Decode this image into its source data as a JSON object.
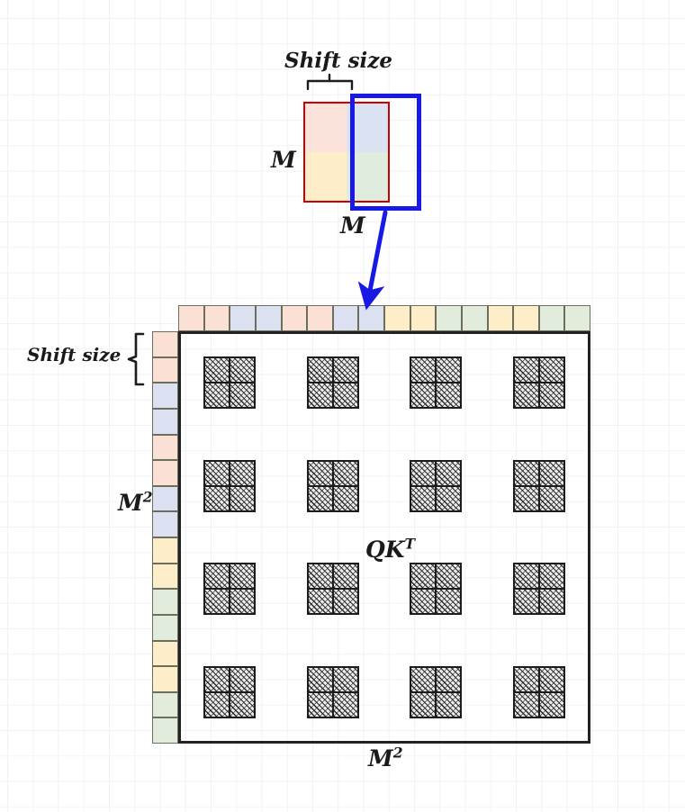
{
  "figure": {
    "title_top_label": "Shift size",
    "title_left_label": "Shift size",
    "window_height_label": "M",
    "window_width_label": "M",
    "matrix_row_label": "M²",
    "matrix_col_label": "M²",
    "matrix_center_label": "QK",
    "matrix_center_superscript": "T",
    "row_label_superscript": "2",
    "col_label_superscript": "2"
  },
  "colors": {
    "orange": "#fbe1d5",
    "blue": "#dbe1f1",
    "yellow": "#fdeec9",
    "green": "#e1ecdd",
    "red_border": "#cc0000",
    "blue_border": "#1919e6",
    "matrix_border": "#222222",
    "hatch_fill": "#e9e9e9",
    "grid_line": "#e8e8e8"
  },
  "top_window": {
    "quadrants": [
      {
        "name": "top-left",
        "color_key": "pink"
      },
      {
        "name": "top-right",
        "color_key": "blue"
      },
      {
        "name": "bottom-left",
        "color_key": "yellow"
      },
      {
        "name": "bottom-right",
        "color_key": "green"
      }
    ]
  },
  "chart_data": {
    "type": "diagram",
    "title": "Shifted window attention QK^T block pattern",
    "top_strip_colors": [
      "orange",
      "orange",
      "blue",
      "blue",
      "orange",
      "orange",
      "blue",
      "blue",
      "yellow",
      "yellow",
      "green",
      "green",
      "yellow",
      "yellow",
      "green",
      "green"
    ],
    "left_strip_colors": [
      "orange",
      "orange",
      "blue",
      "blue",
      "orange",
      "orange",
      "blue",
      "blue",
      "yellow",
      "yellow",
      "green",
      "green",
      "yellow",
      "yellow",
      "green",
      "green"
    ],
    "strip_cell_count": 16,
    "block_grid_rows": 4,
    "block_grid_cols": 4,
    "block_subdivisions": 2,
    "block_positions": [
      {
        "row": 0,
        "col": 0
      },
      {
        "row": 0,
        "col": 1
      },
      {
        "row": 0,
        "col": 2
      },
      {
        "row": 0,
        "col": 3
      },
      {
        "row": 1,
        "col": 0
      },
      {
        "row": 1,
        "col": 1
      },
      {
        "row": 1,
        "col": 2
      },
      {
        "row": 1,
        "col": 3
      },
      {
        "row": 2,
        "col": 0
      },
      {
        "row": 2,
        "col": 1
      },
      {
        "row": 2,
        "col": 2
      },
      {
        "row": 2,
        "col": 3
      },
      {
        "row": 3,
        "col": 0
      },
      {
        "row": 3,
        "col": 1
      },
      {
        "row": 3,
        "col": 2
      },
      {
        "row": 3,
        "col": 3
      }
    ],
    "shift_size_cells": 2,
    "annotations": [
      "Shift size bracket spans the first 2 cells of the top strip",
      "Shift size bracket spans the first 2 cells of the left strip",
      "Blue arrow points from shifted window down to the top strip"
    ]
  }
}
